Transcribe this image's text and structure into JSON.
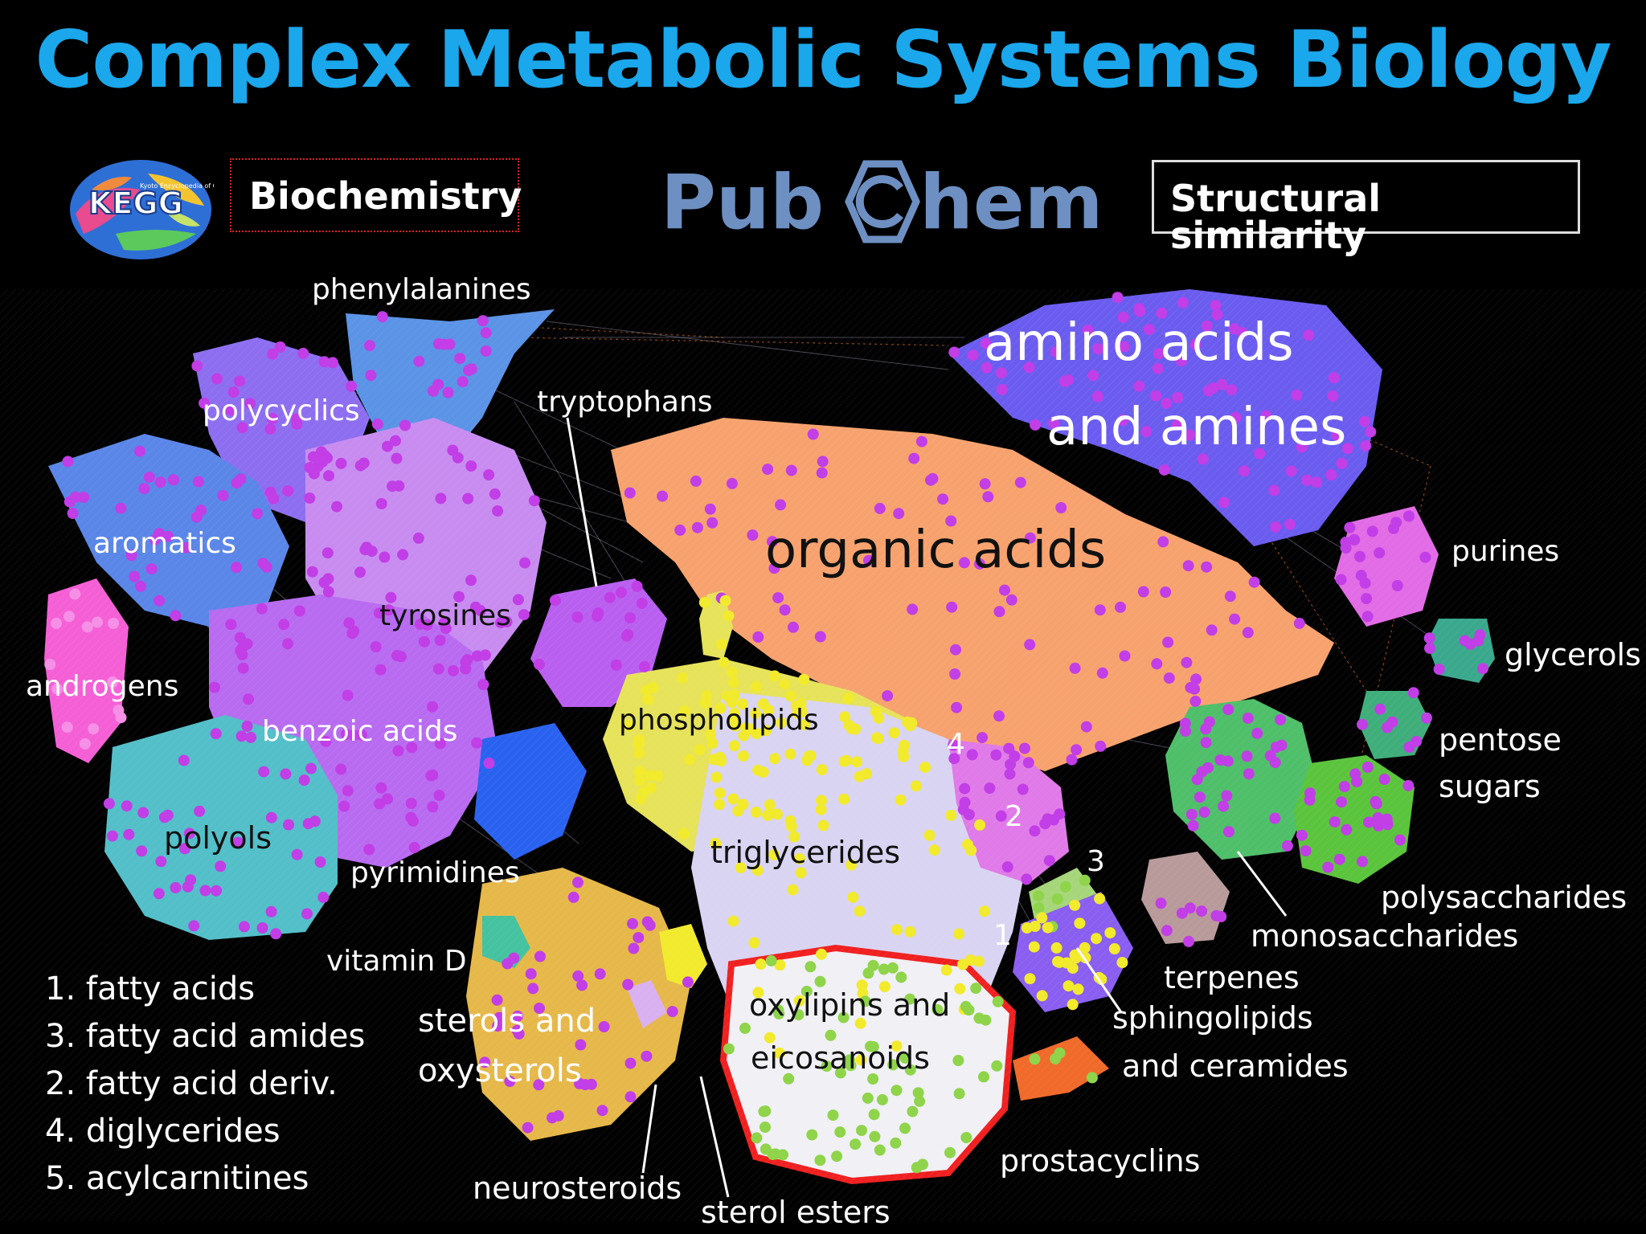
{
  "title": "Complex Metabolic Systems Biology",
  "logos": {
    "kegg": {
      "mark": "KEGG",
      "tagline": "Kyoto Encyclopedia of Genes and Genomes"
    },
    "pubchem": "PubChem"
  },
  "boxes": {
    "biochemistry": "Biochemistry",
    "structural": "Structural similarity"
  },
  "clusters": {
    "phenylalanines": "phenylalanines",
    "polycyclics": "polycyclics",
    "tryptophans": "tryptophans",
    "amino_line1": "amino acids",
    "amino_line2": "and amines",
    "aromatics": "aromatics",
    "organic_acids": "organic acids",
    "purines": "purines",
    "tyrosines": "tyrosines",
    "glycerols": "glycerols",
    "androgens": "androgens",
    "phospholipids": "phospholipids",
    "benzoic_acids": "benzoic acids",
    "pentose_line1": "pentose",
    "pentose_line2": "sugars",
    "polyols": "polyols",
    "triglycerides": "triglycerides",
    "pyrimidines": "pyrimidines",
    "polysaccharides": "polysaccharides",
    "monosaccharides": "monosaccharides",
    "vitamin_d": "vitamin D",
    "terpenes": "terpenes",
    "oxylipins_line1": "oxylipins and",
    "oxylipins_line2": "eicosanoids",
    "sterols_line1": "sterols and",
    "sterols_line2": "oxysterols",
    "sphingo_line1": "sphingolipids",
    "sphingo_line2": "and ceramides",
    "prostacyclins": "prostacyclins",
    "neurosteroids": "neurosteroids",
    "sterol_esters": "sterol esters",
    "n1": "1",
    "n2": "2",
    "n3": "3",
    "n4": "4"
  },
  "legend": [
    "1. fatty acids",
    "3. fatty acid amides",
    "2. fatty acid deriv.",
    "4. diglycerides",
    "5. acylcarnitines"
  ],
  "colors": {
    "title": "#1aa7ec",
    "background": "#000000",
    "node_magenta": "#c23ee6",
    "node_yellow": "#f2ea2c",
    "node_green": "#8fd44a",
    "organic_acids_fill": "#f7a26e",
    "amino_fill": "#6b5cf0",
    "aromatic_fill": "#5a86e8",
    "lipid_core_fill": "#d9d4f2"
  }
}
